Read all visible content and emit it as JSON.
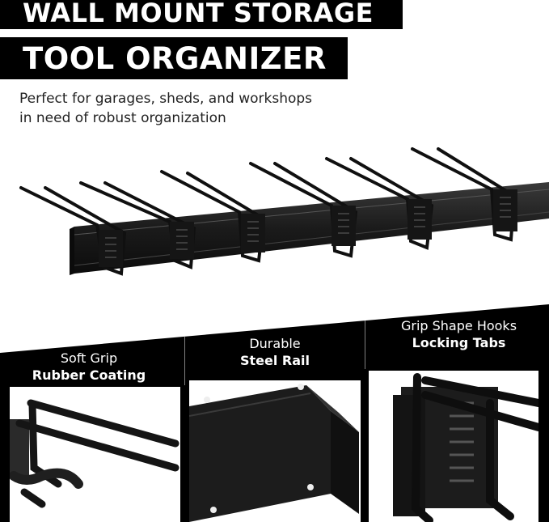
{
  "title": {
    "line1": "WALL MOUNT STORAGE",
    "line2": "TOOL ORGANIZER"
  },
  "subtitle": {
    "line1": "Perfect for garages, sheds, and workshops",
    "line2": "in need of robust organization"
  },
  "features": [
    {
      "line1": "Soft Grip",
      "line2": "Rubber Coating",
      "icon": "rubber-grip-hook-photo"
    },
    {
      "line1": "Durable",
      "line2": "Steel Rail",
      "icon": "steel-rail-photo"
    },
    {
      "line1": "Grip Shape Hooks",
      "line2": "Locking Tabs",
      "icon": "locking-tab-hook-photo"
    }
  ],
  "colors": {
    "banner": "#000000",
    "banner_text": "#ffffff",
    "product": "#1a1a1a",
    "background": "#ffffff"
  }
}
